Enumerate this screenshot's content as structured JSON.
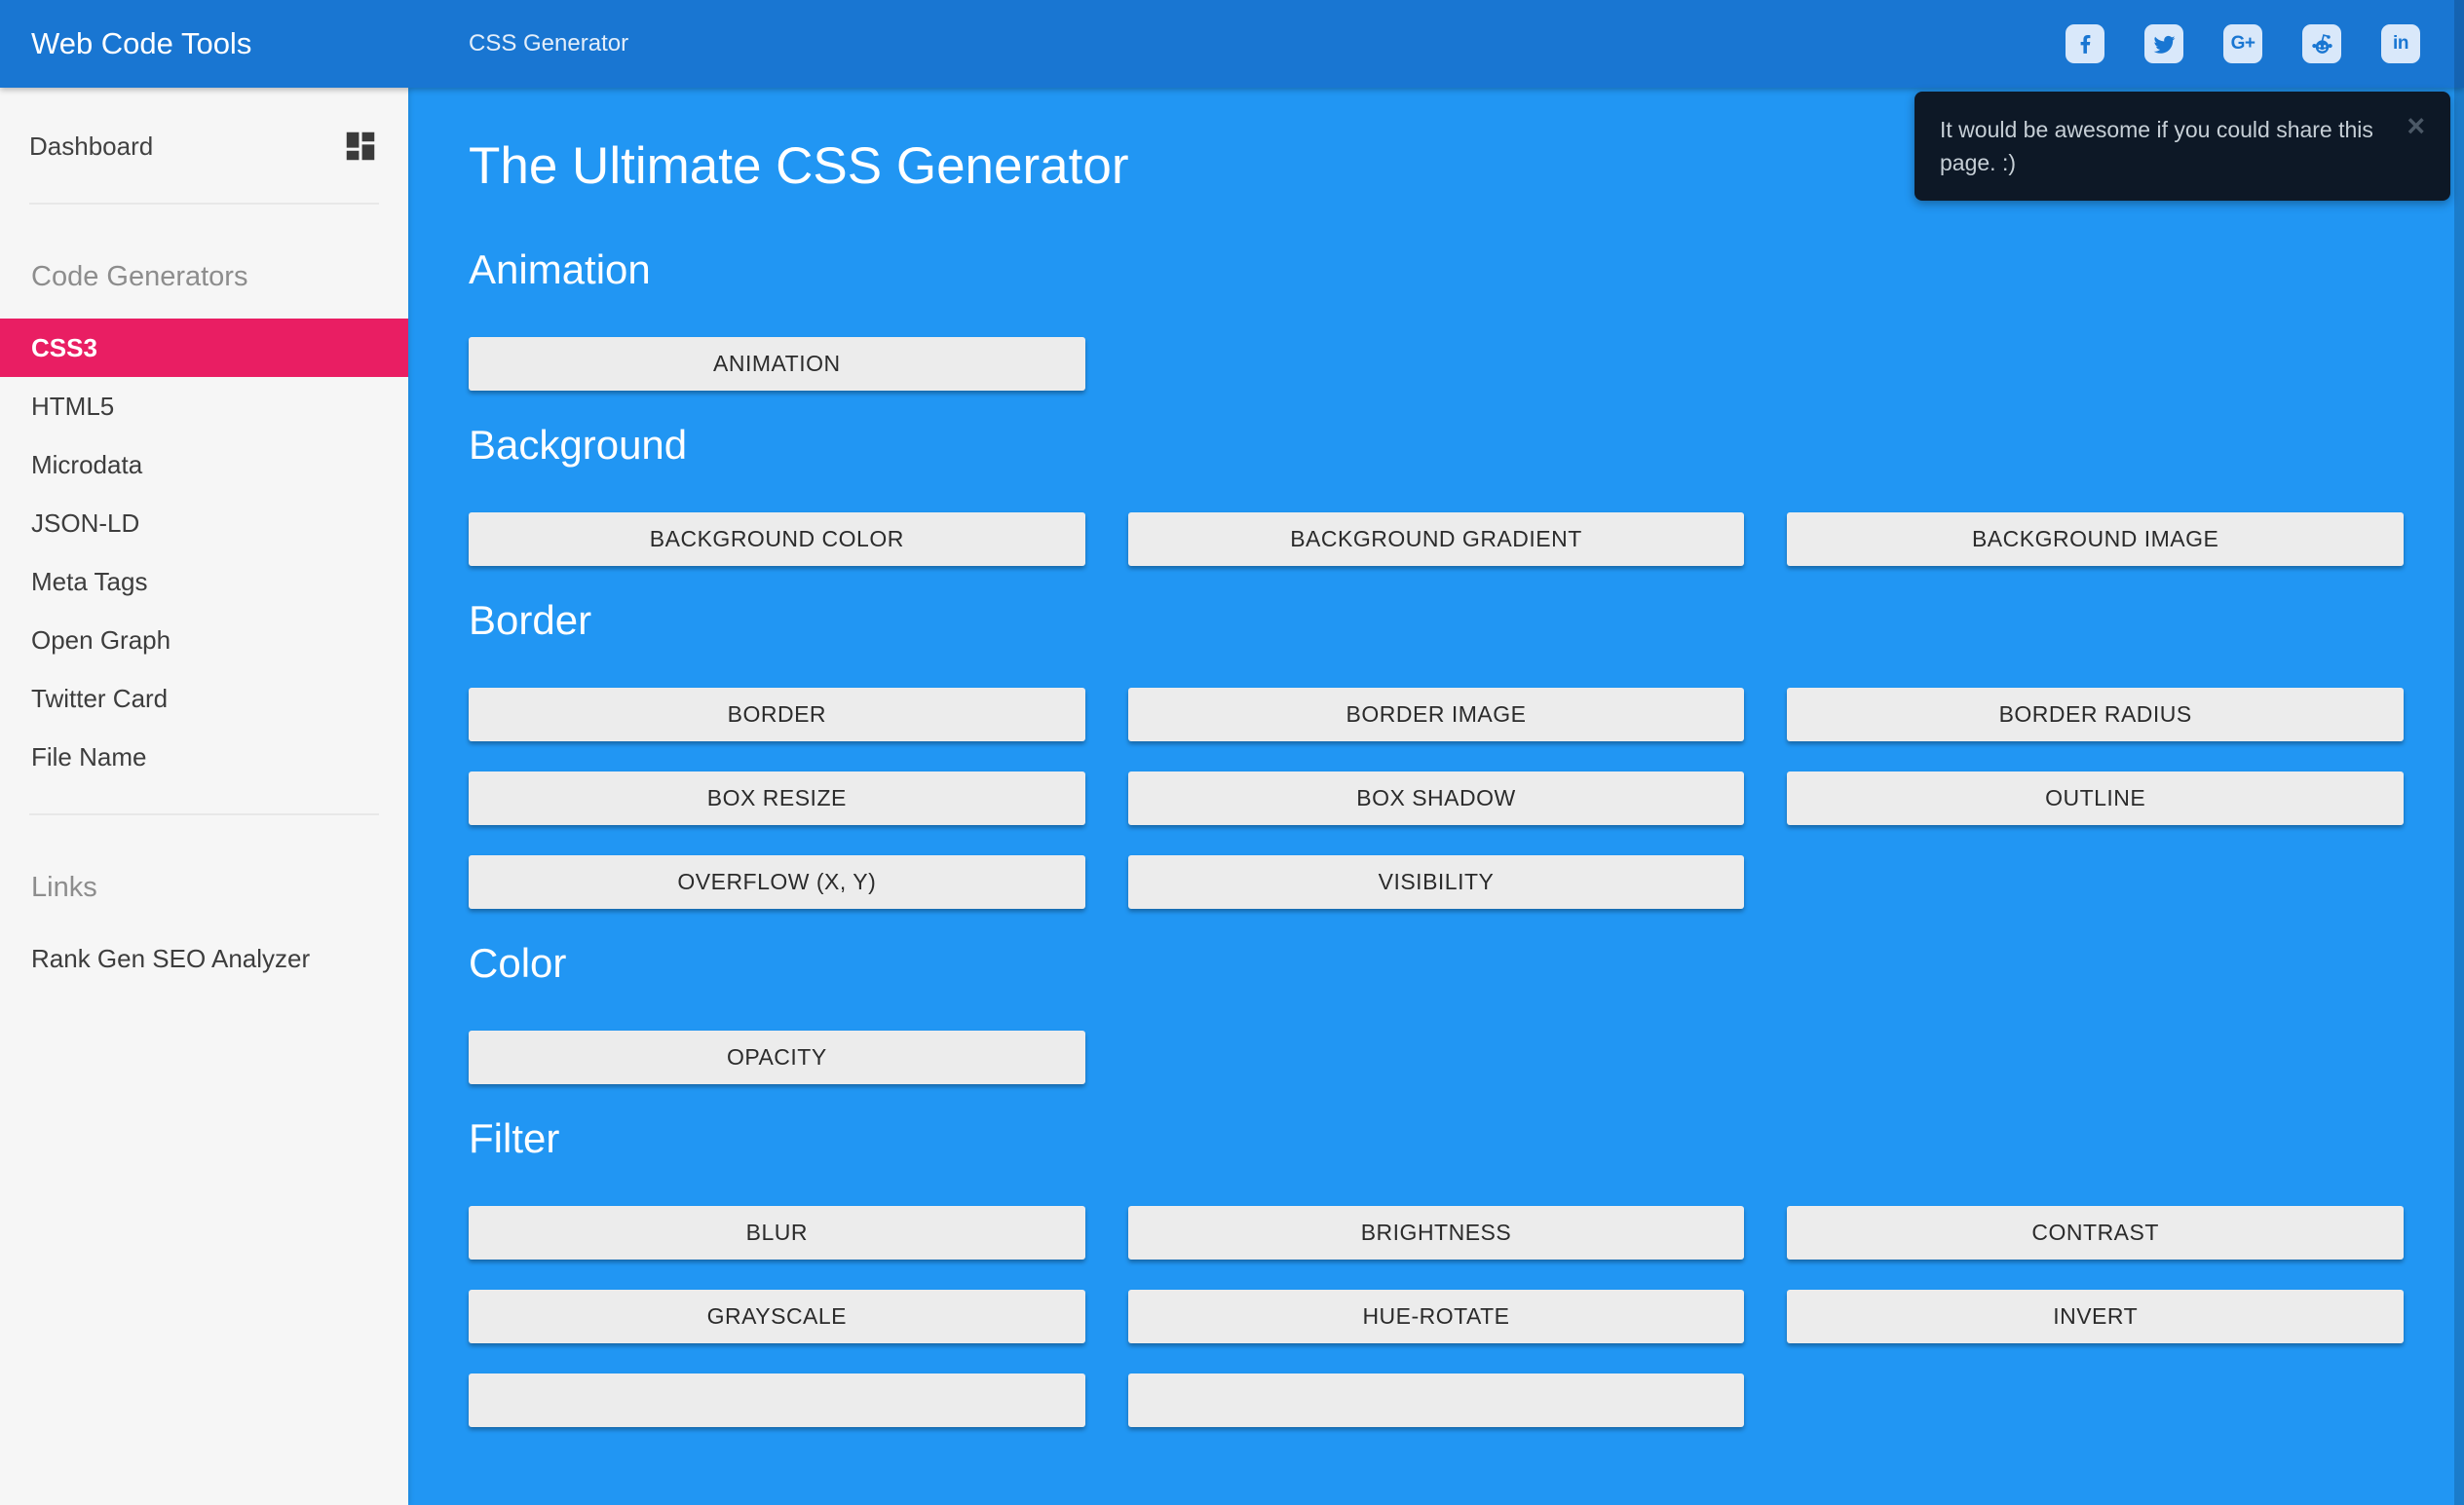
{
  "header": {
    "brand": "Web Code Tools",
    "breadcrumb": "CSS Generator",
    "social_icons": [
      {
        "name": "facebook"
      },
      {
        "name": "twitter"
      },
      {
        "name": "google-plus"
      },
      {
        "name": "reddit"
      },
      {
        "name": "linkedin"
      }
    ]
  },
  "sidebar": {
    "dashboard_label": "Dashboard",
    "generators_heading": "Code Generators",
    "generators": [
      {
        "label": "CSS3",
        "active": true
      },
      {
        "label": "HTML5"
      },
      {
        "label": "Microdata"
      },
      {
        "label": "JSON-LD"
      },
      {
        "label": "Meta Tags"
      },
      {
        "label": "Open Graph"
      },
      {
        "label": "Twitter Card"
      },
      {
        "label": "File Name"
      }
    ],
    "links_heading": "Links",
    "links": [
      {
        "label": "Rank Gen SEO Analyzer"
      }
    ]
  },
  "main": {
    "title": "The Ultimate CSS Generator",
    "sections": [
      {
        "heading": "Animation",
        "rows": [
          [
            "ANIMATION"
          ]
        ]
      },
      {
        "heading": "Background",
        "rows": [
          [
            "BACKGROUND COLOR",
            "BACKGROUND GRADIENT",
            "BACKGROUND IMAGE"
          ]
        ]
      },
      {
        "heading": "Border",
        "rows": [
          [
            "BORDER",
            "BORDER IMAGE",
            "BORDER RADIUS"
          ],
          [
            "BOX RESIZE",
            "BOX SHADOW",
            "OUTLINE"
          ],
          [
            "OVERFLOW (X, Y)",
            "VISIBILITY"
          ]
        ]
      },
      {
        "heading": "Color",
        "rows": [
          [
            "OPACITY"
          ]
        ]
      },
      {
        "heading": "Filter",
        "rows": [
          [
            "BLUR",
            "BRIGHTNESS",
            "CONTRAST"
          ],
          [
            "GRAYSCALE",
            "HUE-ROTATE",
            "INVERT"
          ],
          [
            "",
            ""
          ]
        ]
      }
    ]
  },
  "tooltip": {
    "text": "It would be awesome if you could share this page. :)",
    "close_symbol": "×"
  },
  "colors": {
    "header_bg": "#1976d2",
    "content_bg": "#2196f3",
    "active_item_bg": "#e91e63",
    "button_bg": "#ececec",
    "tooltip_bg": "#0d1826"
  }
}
